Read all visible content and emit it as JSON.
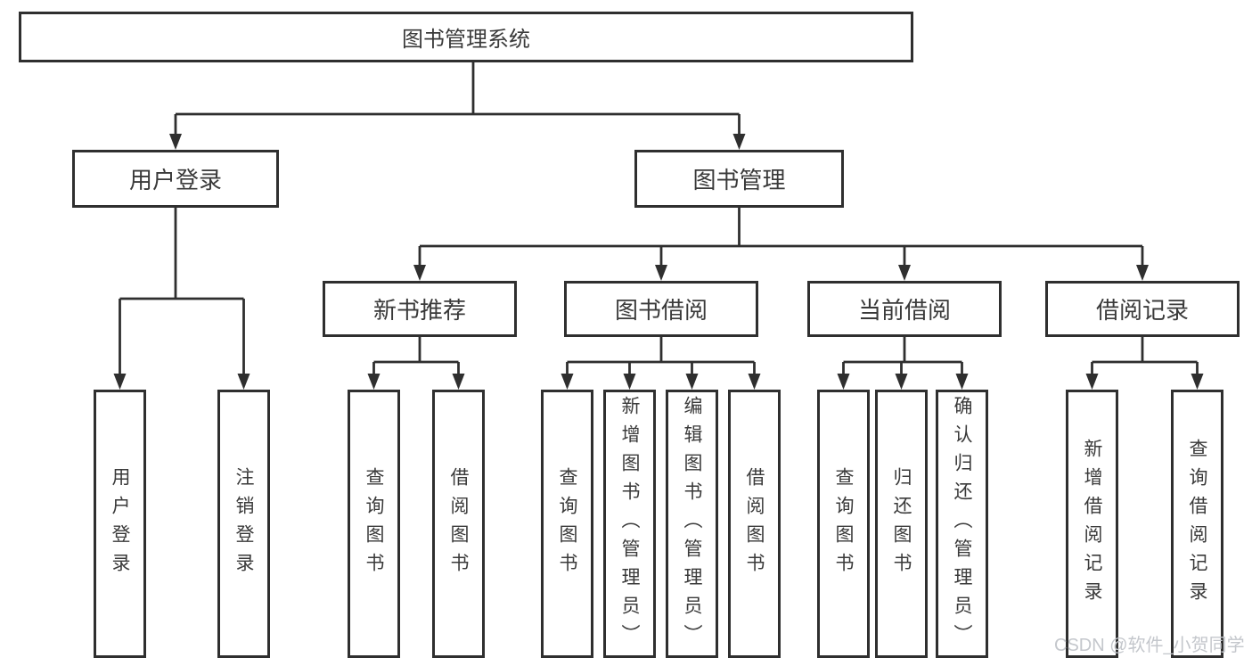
{
  "watermark": "CSDN @软件_小贺同学",
  "colors": {
    "line": "#2f2f2f",
    "text": "#3a3a3a",
    "bg": "#ffffff",
    "watermark": "#c4c7cc"
  },
  "tree": {
    "label": "图书管理系统",
    "children": [
      {
        "label": "用户登录",
        "children": [
          {
            "label": "用户登录"
          },
          {
            "label": "注销登录"
          }
        ]
      },
      {
        "label": "图书管理",
        "children": [
          {
            "label": "新书推荐",
            "children": [
              {
                "label": "查询图书"
              },
              {
                "label": "借阅图书"
              }
            ]
          },
          {
            "label": "图书借阅",
            "children": [
              {
                "label": "查询图书"
              },
              {
                "label": "新增图书（管理员）"
              },
              {
                "label": "编辑图书（管理员）"
              },
              {
                "label": "借阅图书"
              }
            ]
          },
          {
            "label": "当前借阅",
            "children": [
              {
                "label": "查询图书"
              },
              {
                "label": "归还图书"
              },
              {
                "label": "确认归还（管理员）"
              }
            ]
          },
          {
            "label": "借阅记录",
            "children": [
              {
                "label": "新增借阅记录"
              },
              {
                "label": "查询借阅记录"
              }
            ]
          }
        ]
      }
    ]
  }
}
